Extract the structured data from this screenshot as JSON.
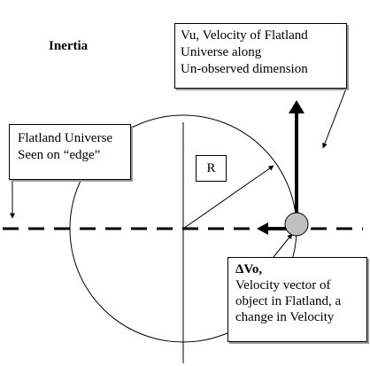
{
  "title": "Inertia",
  "labels": {
    "vu_box": [
      "Vu, Velocity of Flatland",
      "Universe along",
      "Un-observed dimension"
    ],
    "flatland_box": [
      "Flatland Universe",
      "Seen on “edge”"
    ],
    "radius_box": "R",
    "delta_box": {
      "symbol": "ΔVo,",
      "lines": [
        "Velocity vector of",
        "object in Flatland, a",
        "change in Velocity"
      ]
    }
  },
  "colors": {
    "ink": "#000000",
    "object_fill": "#c0c0c0",
    "shadow": "#9a9a9a"
  }
}
